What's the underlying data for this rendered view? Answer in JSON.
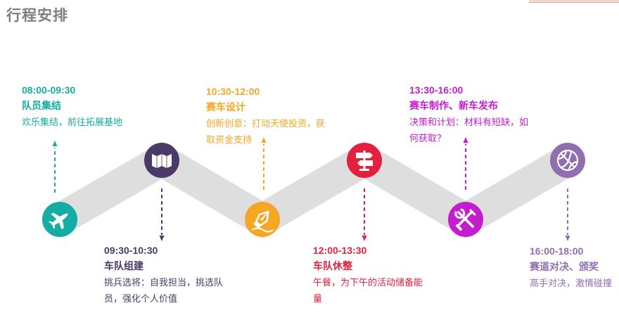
{
  "page": {
    "title": "行程安排"
  },
  "colors": {
    "track": "#dedede",
    "s1": "#13ada3",
    "s2": "#4b3a68",
    "s3": "#f5a623",
    "s4": "#e2213e",
    "s5": "#c41ccf",
    "s6": "#8f6fb0"
  },
  "stops": [
    {
      "time": "08:00-09:30",
      "title": "队员集结",
      "desc": [
        "欢乐集结，前往拓展基地"
      ],
      "icon": "airplane-icon"
    },
    {
      "time": "09:30-10:30",
      "title": "车队组建",
      "desc": [
        "挑兵选将：自我担当，挑选队",
        "员，强化个人价值"
      ],
      "icon": "map-icon"
    },
    {
      "time": "10:30-12:00",
      "title": "赛车设计",
      "desc": [
        "创新创意：打动天使投资，获",
        "取资金支持"
      ],
      "icon": "pen-nib-icon"
    },
    {
      "time": "12:00-13:30",
      "title": "车队休整",
      "desc": [
        "午餐，为下午的活动储备能",
        "量"
      ],
      "icon": "signpost-icon"
    },
    {
      "time": "13:30-16:00",
      "title": "赛车制作、新车发布",
      "desc": [
        "决策和计划：材料有短缺，如",
        "何获取？"
      ],
      "icon": "tools-icon"
    },
    {
      "time": "16:00-18:00",
      "title": "赛道对决、颁奖",
      "desc": [
        "高手对决，激情碰撞"
      ],
      "icon": "basketball-icon"
    }
  ]
}
